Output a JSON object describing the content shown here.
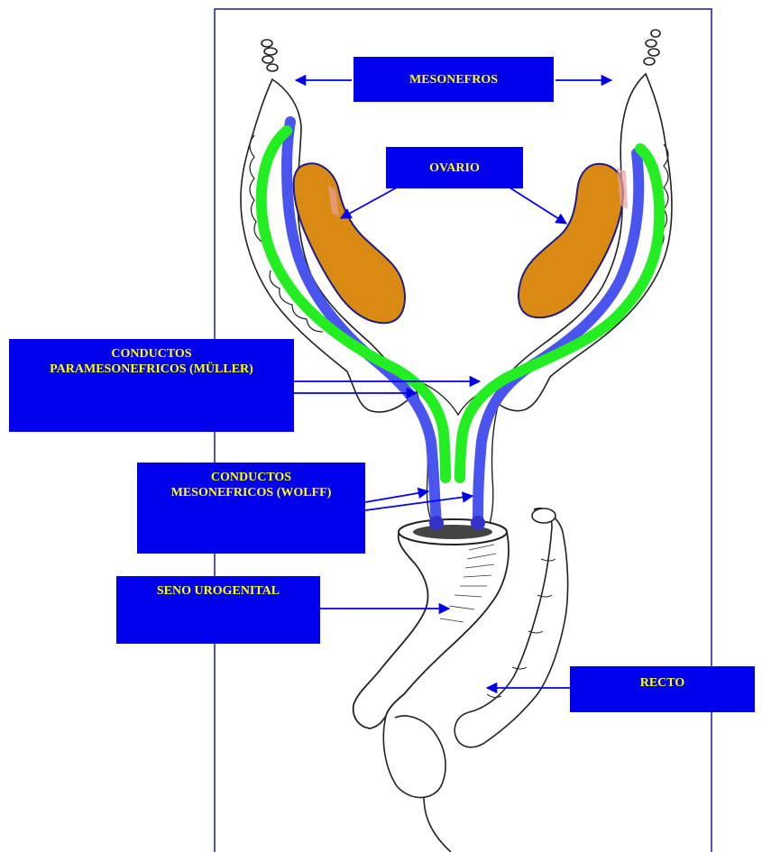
{
  "labels": {
    "mesonefros": "MESONEFROS",
    "ovario": "OVARIO",
    "paramesonefricos_line1": "CONDUCTOS",
    "paramesonefricos_line2": "PARAMESONEFRICOS (MÜLLER)",
    "mesonefricos_line1": "CONDUCTOS",
    "mesonefricos_line2": "MESONEFRICOS (WOLFF)",
    "seno_urogenital": "SENO UROGENITAL",
    "recto": "RECTO"
  },
  "colors": {
    "label_background": "#0000ee",
    "label_text": "#ffff00",
    "frame_border": "#1a1aa0",
    "paramesonephric_duct": "#22ee22",
    "mesonephric_duct": "#4a55f0",
    "ovary_fill": "#d98a12",
    "ovary_outline": "#1b1b8a",
    "arrow": "#0000ee",
    "drawing_ink": "#222222"
  }
}
